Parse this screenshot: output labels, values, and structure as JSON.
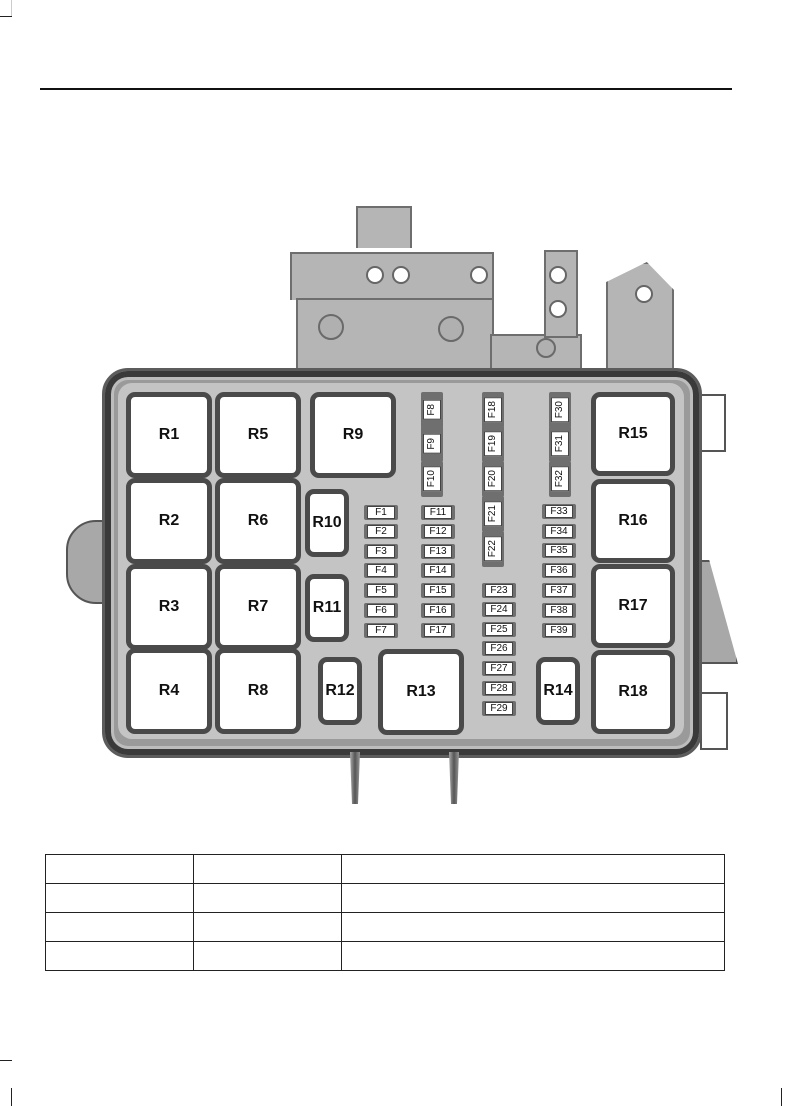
{
  "page": {
    "header_text": "",
    "footer_text": ""
  },
  "diagram": {
    "title": "",
    "relays": [
      {
        "id": "R1",
        "label": "R1"
      },
      {
        "id": "R2",
        "label": "R2"
      },
      {
        "id": "R3",
        "label": "R3"
      },
      {
        "id": "R4",
        "label": "R4"
      },
      {
        "id": "R5",
        "label": "R5"
      },
      {
        "id": "R6",
        "label": "R6"
      },
      {
        "id": "R7",
        "label": "R7"
      },
      {
        "id": "R8",
        "label": "R8"
      },
      {
        "id": "R9",
        "label": "R9"
      },
      {
        "id": "R10",
        "label": "R10"
      },
      {
        "id": "R11",
        "label": "R11"
      },
      {
        "id": "R12",
        "label": "R12"
      },
      {
        "id": "R13",
        "label": "R13"
      },
      {
        "id": "R14",
        "label": "R14"
      },
      {
        "id": "R15",
        "label": "R15"
      },
      {
        "id": "R16",
        "label": "R16"
      },
      {
        "id": "R17",
        "label": "R17"
      },
      {
        "id": "R18",
        "label": "R18"
      }
    ],
    "fuses": {
      "col_a": [
        "F1",
        "F2",
        "F3",
        "F4",
        "F5",
        "F6",
        "F7"
      ],
      "col_b_vertical": [
        "F8",
        "F9",
        "F10"
      ],
      "col_b": [
        "F11",
        "F12",
        "F13",
        "F14",
        "F15",
        "F16",
        "F17"
      ],
      "col_c_vertical": [
        "F18",
        "F19",
        "F20",
        "F21",
        "F22"
      ],
      "col_c": [
        "F23",
        "F24",
        "F25",
        "F26",
        "F27",
        "F28",
        "F29"
      ],
      "col_d_vertical": [
        "F30",
        "F31",
        "F32"
      ],
      "col_d": [
        "F33",
        "F34",
        "F35",
        "F36",
        "F37",
        "F38",
        "F39"
      ]
    }
  },
  "legend_table": {
    "rows": [
      [
        "",
        "",
        ""
      ],
      [
        "",
        "",
        ""
      ],
      [
        "",
        "",
        ""
      ],
      [
        "",
        "",
        ""
      ]
    ]
  }
}
